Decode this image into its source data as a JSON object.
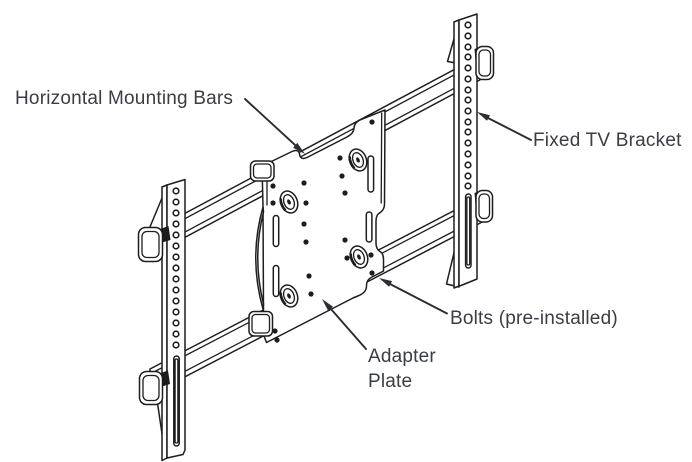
{
  "diagram": {
    "labels": {
      "horizontal_mounting_bars": "Horizontal Mounting Bars",
      "fixed_tv_bracket": "Fixed TV Bracket",
      "bolts": "Bolts (pre-installed)",
      "adapter_plate_line1": "Adapter",
      "adapter_plate_line2": "Plate"
    },
    "colors": {
      "background": "#ffffff",
      "line": "#1d1d1f",
      "label_text": "#3a3d42",
      "leader": "#2a2d33"
    }
  }
}
